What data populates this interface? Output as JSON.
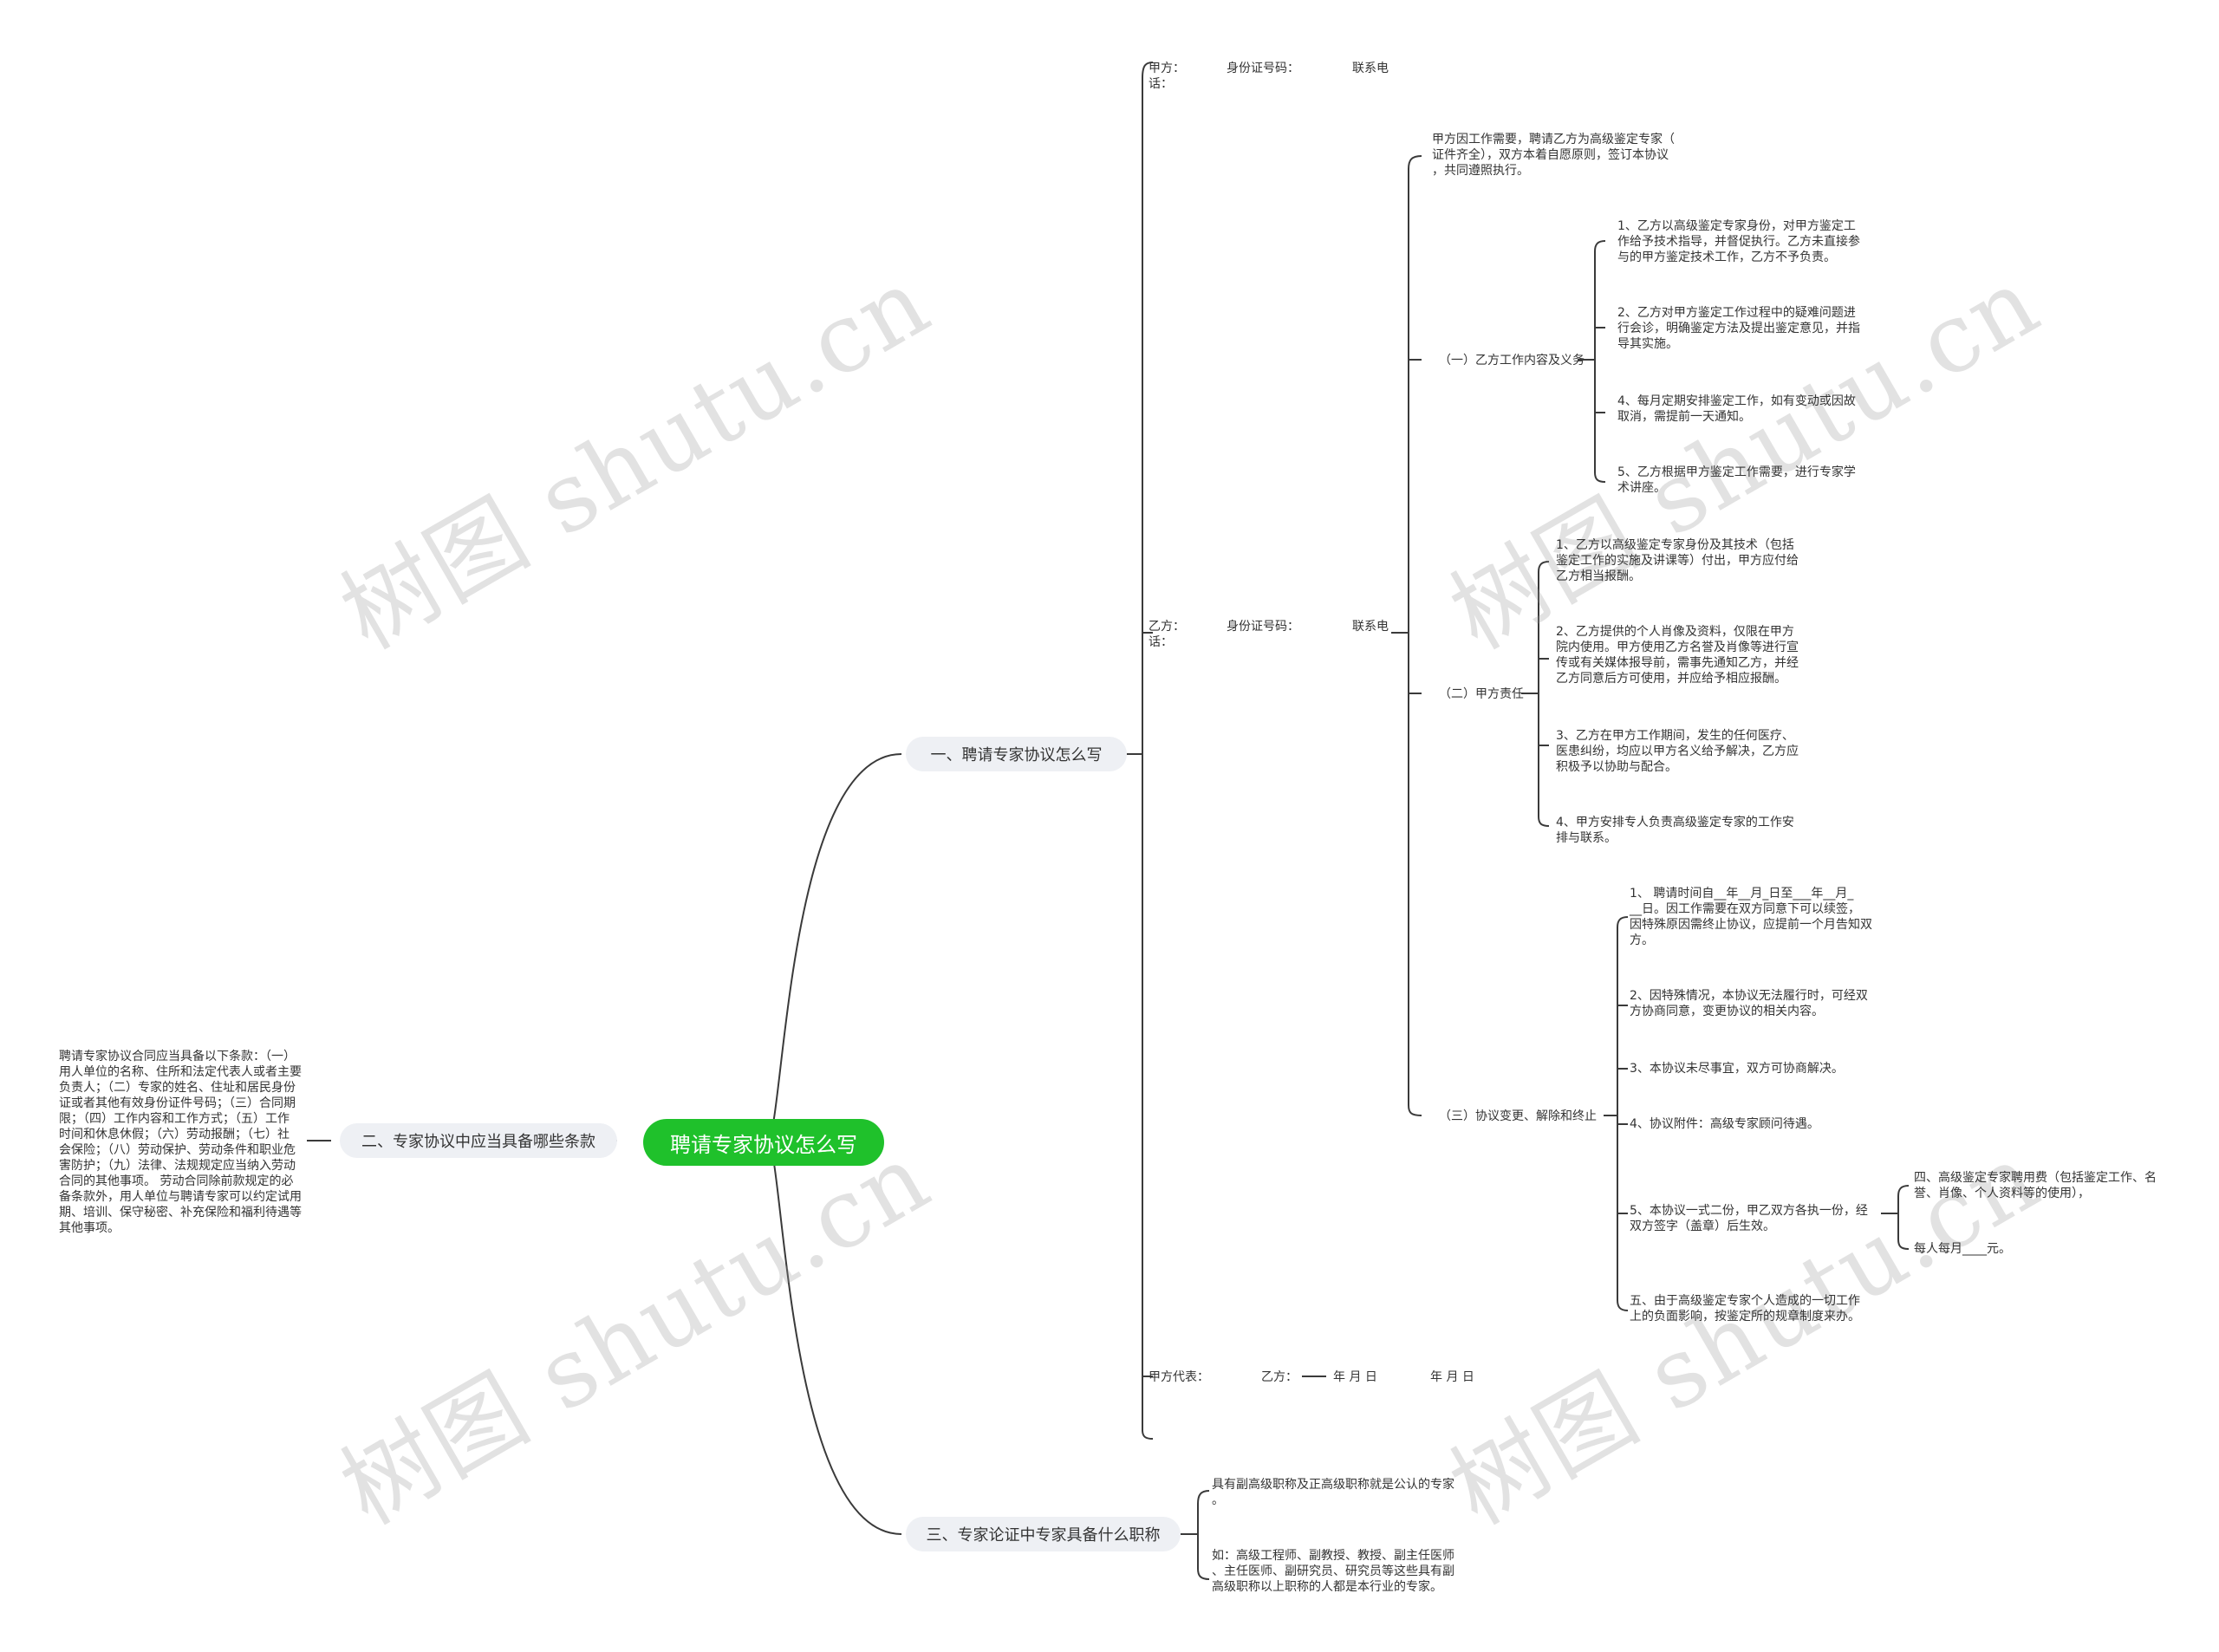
{
  "root": "聘请专家协议怎么写",
  "branches": {
    "b1": "一、聘请专家协议怎么写",
    "b2": "二、专家协议中应当具备哪些条款",
    "b3": "三、专家论证中专家具备什么职称"
  },
  "b1": {
    "party_a": "甲方：\n话：",
    "id_no_a": "身份证号码：",
    "phone_a": "联系电",
    "party_b": "乙方：\n话：",
    "id_no_b": "身份证号码：",
    "phone_b": "联系电",
    "intro": "甲方因工作需要，聘请乙方为高级鉴定专家（\n证件齐全），双方本着自愿原则，签订本协议\n，共同遵照执行。",
    "sec1": "（一）乙方工作内容及义务",
    "sec1_items": [
      "1、乙方以高级鉴定专家身份，对甲方鉴定工\n作给予技术指导，并督促执行。乙方未直接参\n与的甲方鉴定技术工作，乙方不予负责。",
      "2、乙方对甲方鉴定工作过程中的疑难问题进\n行会诊，明确鉴定方法及提出鉴定意见，并指\n导其实施。",
      "4、每月定期安排鉴定工作，如有变动或因故\n取消，需提前一天通知。",
      "5、乙方根据甲方鉴定工作需要，进行专家学\n术讲座。"
    ],
    "sec2": "（二）甲方责任",
    "sec2_items": [
      "1、乙方以高级鉴定专家身份及其技术（包括\n鉴定工作的实施及讲课等）付出，甲方应付给\n乙方相当报酬。",
      "2、乙方提供的个人肖像及资料，仅限在甲方\n院内使用。甲方使用乙方名誉及肖像等进行宣\n传或有关媒体报导前，需事先通知乙方，并经\n乙方同意后方可使用，并应给予相应报酬。",
      "3、乙方在甲方工作期间，发生的任何医疗、\n医患纠纷，均应以甲方名义给予解决，乙方应\n积极予以协助与配合。",
      "4、甲方安排专人负责高级鉴定专家的工作安\n排与联系。"
    ],
    "sec3": "（三）协议变更、解除和终止",
    "sec3_items": [
      "1、 聘请时间自__年__月_日至___年__月_\n__日。因工作需要在双方同意下可以续签，\n因特殊原因需终止协议，应提前一个月告知双\n方。",
      "2、因特殊情况，本协议无法履行时，可经双\n方协商同意，变更协议的相关内容。",
      "3、本协议未尽事宜，双方可协商解决。",
      "4、协议附件：高级专家顾问待遇。",
      "5、本协议一式二份，甲乙双方各执一份，经\n双方签字（盖章）后生效。",
      "五、由于高级鉴定专家个人造成的一切工作\n上的负面影响，按鉴定所的规章制度来办。"
    ],
    "sec3_sub": [
      "四、高级鉴定专家聘用费（包括鉴定工作、名\n誉、肖像、个人资料等的使用），",
      "每人每月____元。"
    ],
    "sign_a": "甲方代表：",
    "sign_b": "乙方：",
    "date1": "年 月 日",
    "date2": "年  月 日"
  },
  "b2": {
    "text": "聘请专家协议合同应当具备以下条款：（一）\n用人单位的名称、住所和法定代表人或者主要\n负责人；（二）专家的姓名、住址和居民身份\n证或者其他有效身份证件号码；（三）合同期\n限；（四）工作内容和工作方式；（五）工作\n时间和休息休假；（六）劳动报酬；（七）社\n会保险；（八）劳动保护、劳动条件和职业危\n害防护；（九）法律、法规规定应当纳入劳动\n合同的其他事项。 劳动合同除前款规定的必\n备条款外，用人单位与聘请专家可以约定试用\n期、培训、保守秘密、补充保险和福利待遇等\n其他事项。"
  },
  "b3": {
    "items": [
      "具有副高级职称及正高级职称就是公认的专家\n。",
      "如：高级工程师、副教授、教授、副主任医师\n、主任医师、副研究员、研究员等这些具有副\n高级职称以上职称的人都是本行业的专家。"
    ]
  },
  "watermark": "树图 shutu.cn",
  "colors": {
    "root_bg": "#1fc12b",
    "pill_bg": "#eef0f4",
    "line": "#333333"
  }
}
